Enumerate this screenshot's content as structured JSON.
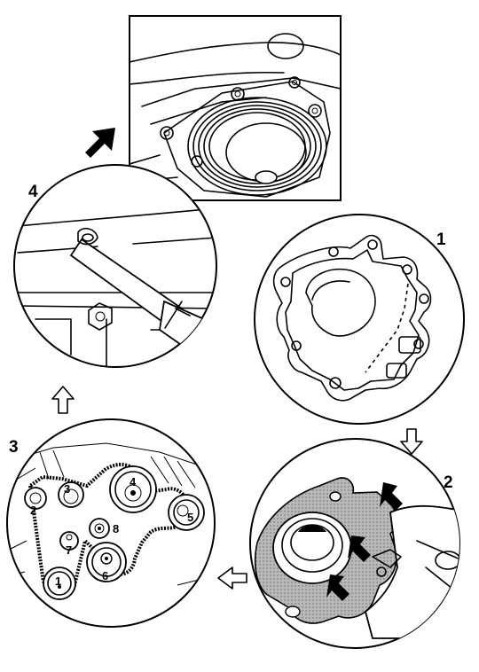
{
  "steps": [
    {
      "label": "1"
    },
    {
      "label": "2"
    },
    {
      "label": "3"
    },
    {
      "label": "4"
    }
  ],
  "pulley_labels": [
    "1",
    "2",
    "3",
    "4",
    "5",
    "6",
    "7",
    "8"
  ],
  "colors": {
    "line": "#000000",
    "shade": "#9a9a9a",
    "background": "#ffffff"
  },
  "arrows": {
    "filled": "arrow-filled-icon",
    "outline": "arrow-outline-icon"
  }
}
